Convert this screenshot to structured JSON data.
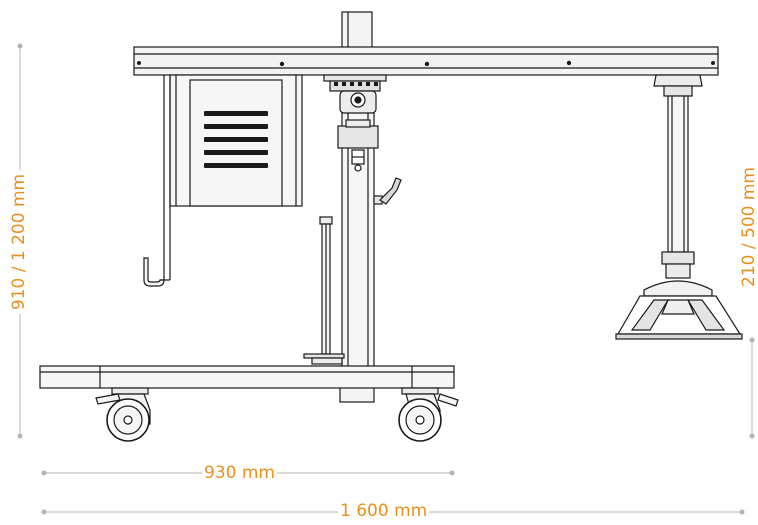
{
  "dimensions": {
    "height_left": "910 / 1 200 mm",
    "height_right": "210 / 500 mm",
    "width_short": "930 mm",
    "width_long": "1 600 mm"
  },
  "colors": {
    "dimension_text": "#e8901e",
    "dimension_line": "#b4b4b4",
    "stroke": "#1a1a1a",
    "fill_light": "#f0f0f0"
  }
}
